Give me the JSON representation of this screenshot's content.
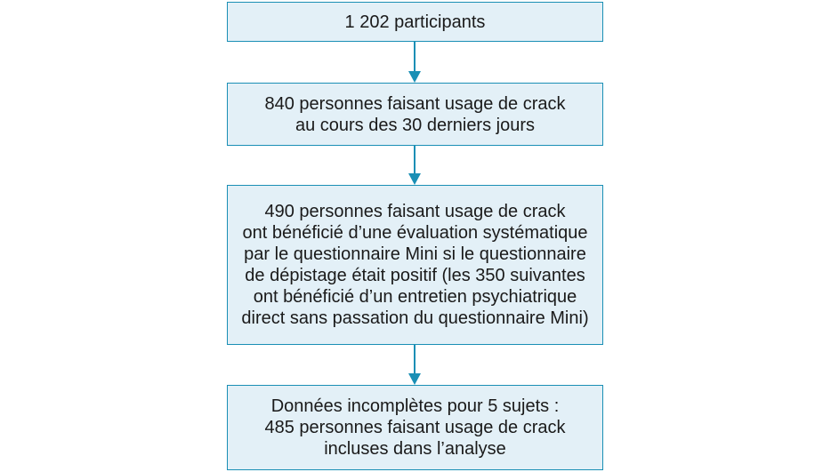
{
  "colors": {
    "box_fill": "#e3f0f7",
    "box_border": "#1a8fb5",
    "arrow": "#1a8fb5",
    "text": "#1a1a1a"
  },
  "boxes": [
    {
      "lines": [
        "1 202 participants"
      ]
    },
    {
      "lines": [
        "840 personnes faisant usage de crack",
        "au cours des 30 derniers jours"
      ]
    },
    {
      "lines": [
        "490 personnes faisant usage de crack",
        "ont bénéficié d’une évaluation systématique",
        "par le questionnaire Mini si le questionnaire",
        "de dépistage était positif (les 350 suivantes",
        "ont bénéficié d’un entretien psychiatrique",
        "direct sans passation du questionnaire Mini)"
      ]
    },
    {
      "lines": [
        "Données incomplètes pour 5 sujets :",
        "485 personnes faisant usage de crack",
        "incluses dans l’analyse"
      ]
    }
  ]
}
